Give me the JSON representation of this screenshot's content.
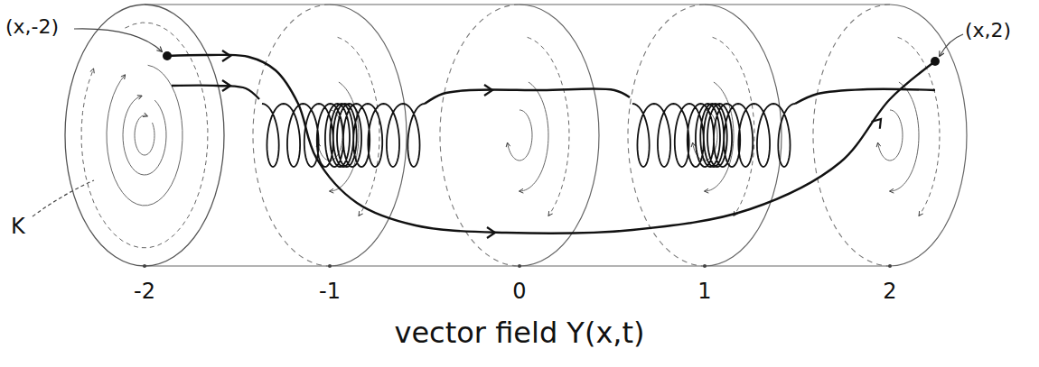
{
  "diagram": {
    "caption": "vector field Y(x,t)",
    "labels": [
      "(x,-2)",
      "(x,2)",
      "K",
      "-2",
      "-1",
      "0",
      "1",
      "2"
    ]
  }
}
